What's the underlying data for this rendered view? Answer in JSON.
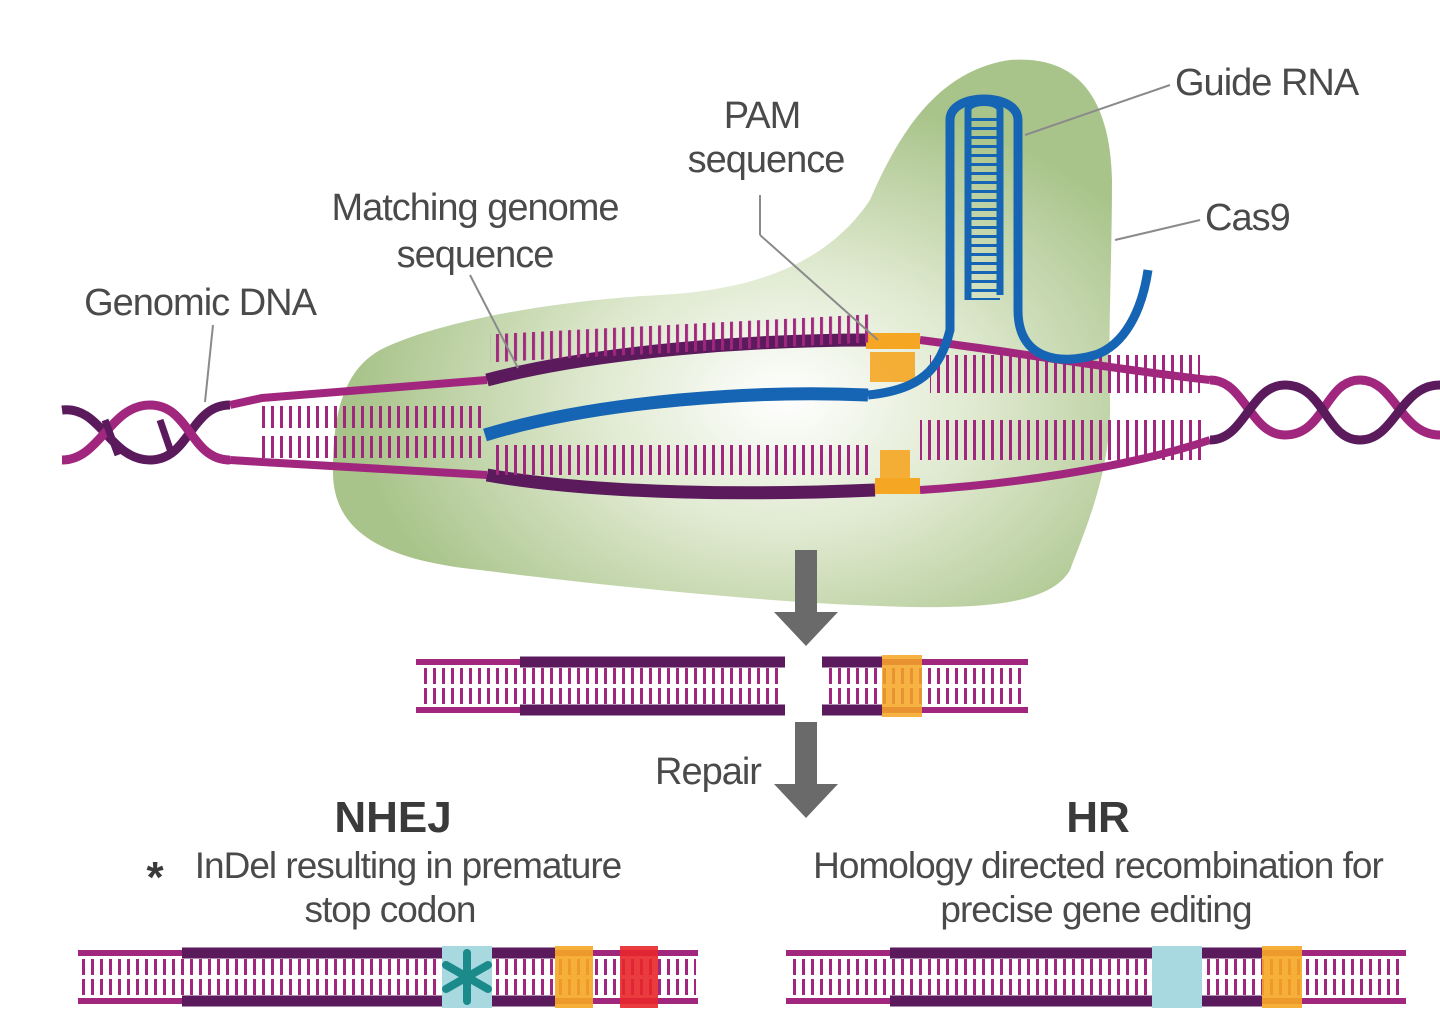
{
  "labels": {
    "guide_rna": "Guide RNA",
    "cas9": "Cas9",
    "pam_line1": "PAM",
    "pam_line2": "sequence",
    "matching_line1": "Matching genome",
    "matching_line2": "sequence",
    "genomic_dna": "Genomic DNA",
    "repair": "Repair"
  },
  "outcomes": {
    "nhej": {
      "title": "NHEJ",
      "line1": "InDel resulting in premature",
      "line2": "stop codon",
      "marker": "*"
    },
    "hr": {
      "title": "HR",
      "line1": "Homology directed recombination for",
      "line2": "precise gene editing"
    }
  },
  "colors": {
    "dna_strand": "#a1277e",
    "dna_dark": "#5a1a5c",
    "guide_rna": "#1565b4",
    "pam": "#f5a623",
    "cas9": "#a8c48a",
    "arrow": "#6a6a6a",
    "indel": "#1a8a8a",
    "stop": "#e8262a",
    "donor": "#a8d8e0"
  }
}
